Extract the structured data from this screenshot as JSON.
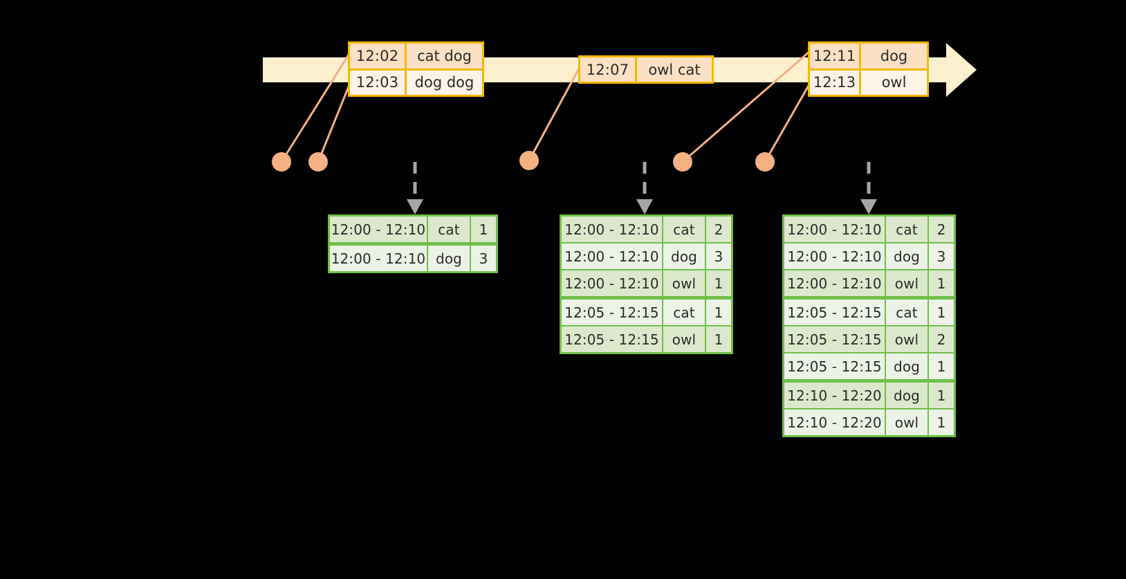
{
  "timeline": {
    "name": "event-stream-timeline",
    "bar_color": "#FDF0CE",
    "arrow_color": "#FDF0CE",
    "events": [
      {
        "id": "event-box-1",
        "rows": [
          {
            "time": "12:02",
            "words": "cat dog",
            "style": "shade"
          },
          {
            "time": "12:03",
            "words": "dog dog",
            "style": "plain"
          }
        ]
      },
      {
        "id": "event-box-2",
        "rows": [
          {
            "time": "12:07",
            "words": "owl cat",
            "style": "shade"
          }
        ]
      },
      {
        "id": "event-box-3",
        "rows": [
          {
            "time": "12:11",
            "words": "dog",
            "style": "shade"
          },
          {
            "time": "12:13",
            "words": "owl",
            "style": "plain"
          }
        ]
      }
    ],
    "dots": [
      {
        "id": "event-dot-1",
        "label": "12:02"
      },
      {
        "id": "event-dot-2",
        "label": "12:03"
      },
      {
        "id": "event-dot-3",
        "label": "12:07"
      },
      {
        "id": "event-dot-4",
        "label": "12:11"
      },
      {
        "id": "event-dot-5",
        "label": "12:13"
      }
    ],
    "dot_color": "#F4B183"
  },
  "results": [
    {
      "id": "result-table-1",
      "rows": [
        {
          "window": "12:00 - 12:10",
          "word": "cat",
          "count": "1",
          "style": "shade",
          "group_end": false
        },
        {
          "window": "12:00 - 12:10",
          "word": "dog",
          "count": "3",
          "style": "plain",
          "group_end": true
        }
      ]
    },
    {
      "id": "result-table-2",
      "rows": [
        {
          "window": "12:00 - 12:10",
          "word": "cat",
          "count": "2",
          "style": "shade",
          "group_end": false
        },
        {
          "window": "12:00 - 12:10",
          "word": "dog",
          "count": "3",
          "style": "plain",
          "group_end": false
        },
        {
          "window": "12:00 - 12:10",
          "word": "owl",
          "count": "1",
          "style": "shade",
          "group_end": true
        },
        {
          "window": "12:05 - 12:15",
          "word": "cat",
          "count": "1",
          "style": "plain",
          "group_end": false
        },
        {
          "window": "12:05 - 12:15",
          "word": "owl",
          "count": "1",
          "style": "shade",
          "group_end": true
        }
      ]
    },
    {
      "id": "result-table-3",
      "rows": [
        {
          "window": "12:00 - 12:10",
          "word": "cat",
          "count": "2",
          "style": "shade",
          "group_end": false
        },
        {
          "window": "12:00 - 12:10",
          "word": "dog",
          "count": "3",
          "style": "plain",
          "group_end": false
        },
        {
          "window": "12:00 - 12:10",
          "word": "owl",
          "count": "1",
          "style": "shade",
          "group_end": true
        },
        {
          "window": "12:05 - 12:15",
          "word": "cat",
          "count": "1",
          "style": "plain",
          "group_end": false
        },
        {
          "window": "12:05 - 12:15",
          "word": "owl",
          "count": "2",
          "style": "shade",
          "group_end": false
        },
        {
          "window": "12:05 - 12:15",
          "word": "dog",
          "count": "1",
          "style": "plain",
          "group_end": true
        },
        {
          "window": "12:10 - 12:20",
          "word": "dog",
          "count": "1",
          "style": "shade",
          "group_end": false
        },
        {
          "window": "12:10 - 12:20",
          "word": "owl",
          "count": "1",
          "style": "plain",
          "group_end": true
        }
      ]
    }
  ],
  "emit_arrows": {
    "color": "#A6A6A6",
    "count": 3
  },
  "colors": {
    "background": "#000000",
    "event_border": "#F5B800",
    "event_fill_shade": "#FBE0C4",
    "event_fill_plain": "#FDF3E7",
    "timeline_bar": "#FDF0CE",
    "dot": "#F4B183",
    "connector": "#F4B183",
    "table_border": "#6FBF4A",
    "table_fill_shade": "#DCE8CC",
    "table_fill_plain": "#EDF2E7",
    "arrow_gray": "#A6A6A6",
    "text": "#2B2B2B"
  }
}
